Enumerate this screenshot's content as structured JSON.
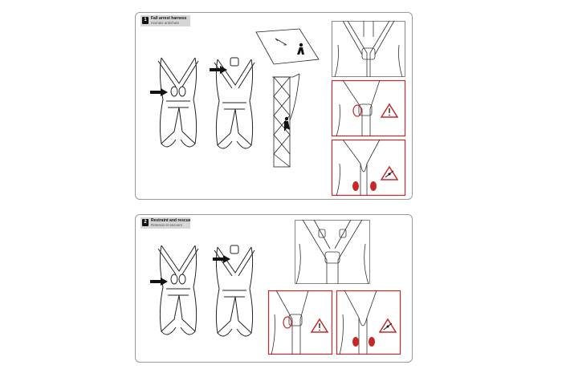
{
  "sections": [
    {
      "number": "1",
      "title": "Fall arrest harness",
      "subtitle": "Harnais antichute"
    },
    {
      "number": "2",
      "title": "Restraint and rescue",
      "subtitle": "Retenue et secours"
    }
  ],
  "colors": {
    "warning": "#c62828",
    "frame": "#9a9a9a",
    "header_bg": "#d6d6d6",
    "line": "#222222"
  },
  "icons": [
    "arrow-pointer-icon",
    "warning-triangle-icon",
    "no-fall-icon"
  ]
}
